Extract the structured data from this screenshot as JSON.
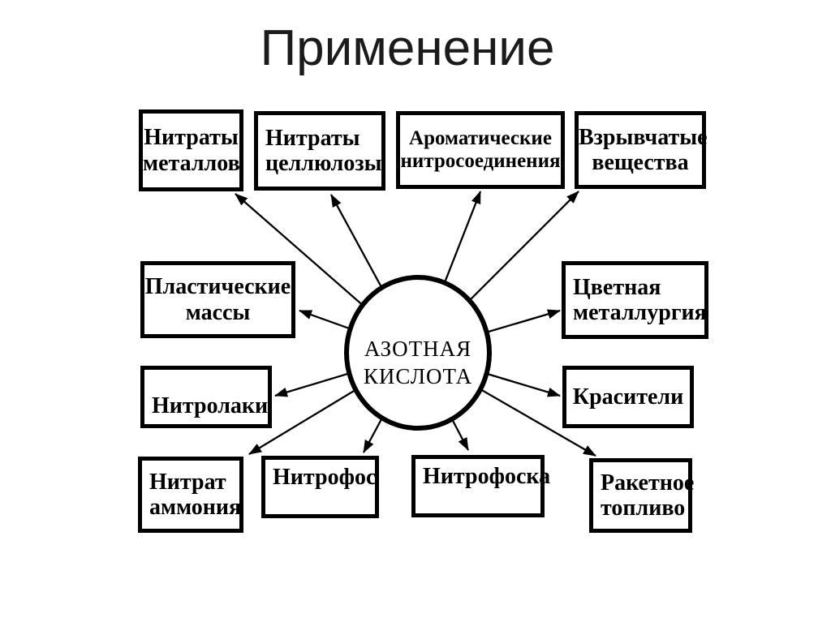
{
  "title": "Применение",
  "center": {
    "line1": "АЗОТНАЯ",
    "line2": "КИСЛОТА"
  },
  "nodes": [
    {
      "id": "nitraty-metallov",
      "label": "Нитраты\nметаллов"
    },
    {
      "id": "nitraty-tsellyulozy",
      "label": "Нитраты\nцеллюлозы"
    },
    {
      "id": "aromaticheskie-nitrosoedineniya",
      "label": "Ароматические\nнитросоединения"
    },
    {
      "id": "vzryvchatye-veshchestva",
      "label": "Взрывчатые\nвещества"
    },
    {
      "id": "plasticheskie-massy",
      "label": "Пластические\nмассы"
    },
    {
      "id": "tsvetnaya-metallurgiya",
      "label": "Цветная\nметаллургия"
    },
    {
      "id": "nitrolaki",
      "label": "Нитролаки"
    },
    {
      "id": "krasiteli",
      "label": "Красители"
    },
    {
      "id": "nitrat-ammoniya",
      "label": "Нитрат\nаммония"
    },
    {
      "id": "nitrofos",
      "label": "Нитрофос"
    },
    {
      "id": "nitrofoska",
      "label": "Нитрофоска"
    },
    {
      "id": "raketnoe-toplivo",
      "label": "Ракетное\nтопливо"
    }
  ],
  "colors": {
    "background": "#ffffff",
    "ink": "#000000",
    "title_ink": "#1b1b1b"
  }
}
